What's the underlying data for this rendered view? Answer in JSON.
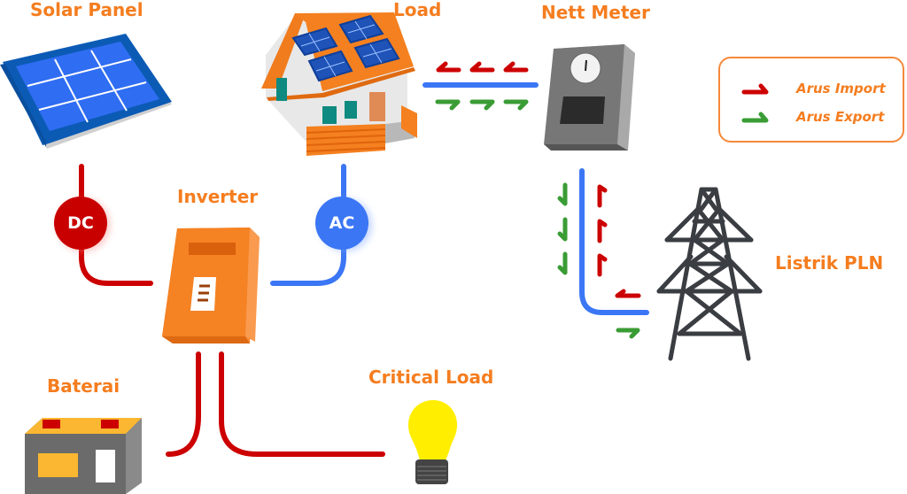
{
  "title": "Solar PV On-Grid / Hybrid System Diagram",
  "components": {
    "solar_panel": {
      "label": "Solar Panel"
    },
    "load": {
      "label": "Load"
    },
    "nett_meter": {
      "label": "Nett Meter"
    },
    "inverter": {
      "label": "Inverter"
    },
    "listrik_pln": {
      "label": "Listrik PLN"
    },
    "baterai": {
      "label": "Baterai"
    },
    "critical_load": {
      "label": "Critical Load"
    }
  },
  "connections": {
    "dc": {
      "label": "DC",
      "color": "#cc0000"
    },
    "ac": {
      "label": "AC",
      "color": "#3b76f5"
    }
  },
  "legend": {
    "items": [
      {
        "label": "Arus Import",
        "color": "#cc0000"
      },
      {
        "label": "Arus Export",
        "color": "#3a9c35"
      }
    ]
  },
  "colors": {
    "accent": "#f57d1f",
    "import": "#cc0000",
    "export": "#3a9c35",
    "ac_line": "#3b76f5",
    "dc_line": "#cc0000",
    "tower": "#3a3d42"
  }
}
